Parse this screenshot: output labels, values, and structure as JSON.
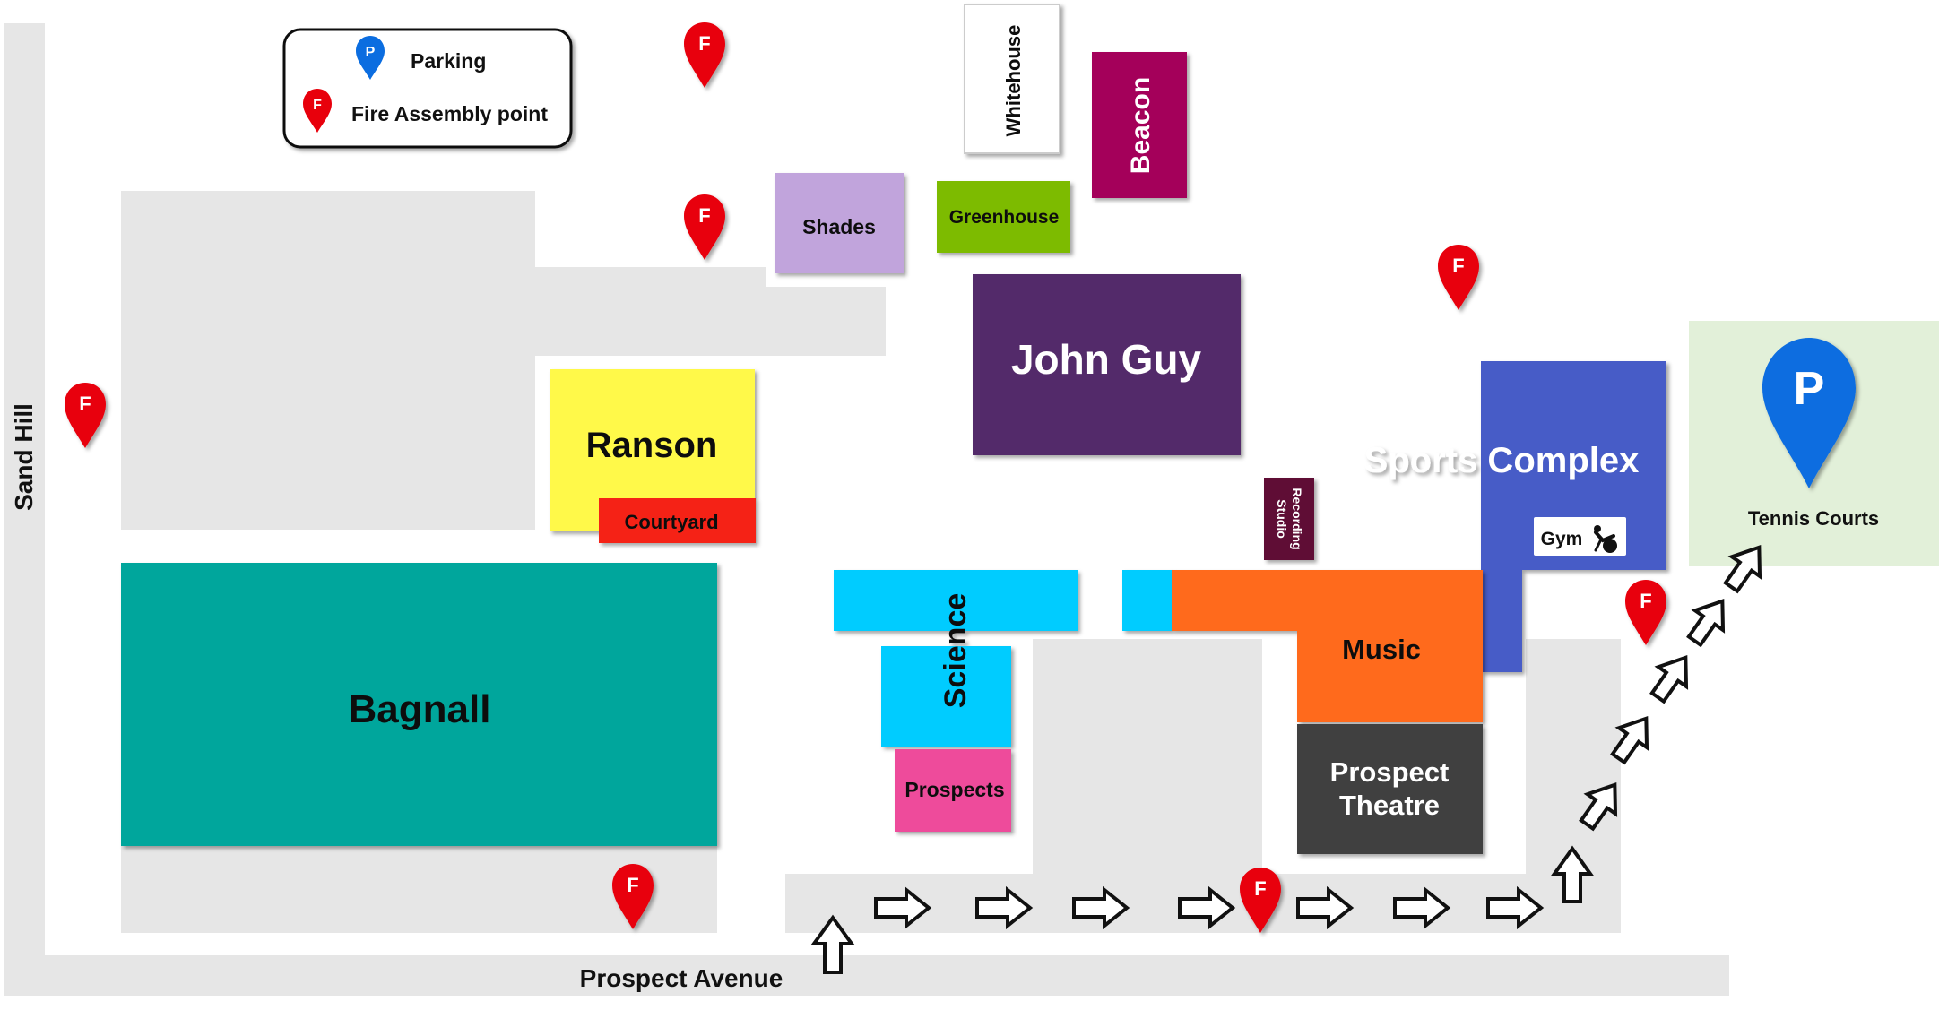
{
  "legend": {
    "parking_label": "Parking",
    "fire_label": "Fire Assembly point"
  },
  "roads": {
    "west": "Sand Hill",
    "south": "Prospect Avenue"
  },
  "buildings": {
    "whitehouse": "Whitehouse",
    "beacon": "Beacon",
    "shades": "Shades",
    "greenhouse": "Greenhouse",
    "john_guy": "John Guy",
    "ranson": "Ranson",
    "courtyard": "Courtyard",
    "sports_complex": "Sports Complex",
    "gym": "Gym",
    "recording_studio_line1": "Recording",
    "recording_studio_line2": "Studio",
    "bagnall": "Bagnall",
    "science": "Science",
    "prospects": "Prospects",
    "music": "Music",
    "prospect_theatre_line1": "Prospect",
    "prospect_theatre_line2": "Theatre",
    "tennis_courts": "Tennis Courts"
  },
  "markers": {
    "parking_letter": "P",
    "fire_letter": "F"
  },
  "colors": {
    "ground": "#e6e6e6",
    "bagnall": "#00a69c",
    "ranson": "#fff94a",
    "courtyard": "#f52114",
    "shades": "#c1a4dc",
    "greenhouse": "#7dbb00",
    "beacon": "#a4005a",
    "john_guy": "#532a6b",
    "sports_complex": "#475cc7",
    "recording_studio": "#5e0b34",
    "science": "#00ccff",
    "prospects": "#ee4b9b",
    "music": "#ff6b1f",
    "prospect_theatre": "#404040",
    "tennis": "#e2f0d9",
    "fire_pin": "#e8000c",
    "parking_pin": "#0b6de0"
  }
}
